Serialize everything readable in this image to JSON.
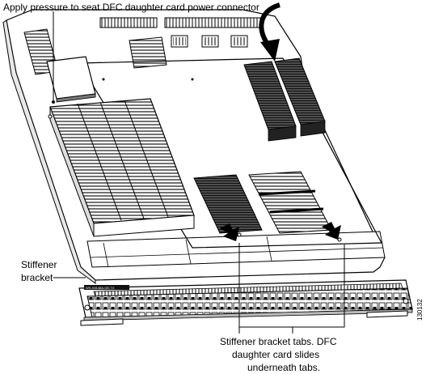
{
  "callouts": {
    "apply_pressure": "Apply pressure to seat DFC daughter card power connector",
    "stiffener_bracket_line1": "Stiffener",
    "stiffener_bracket_line2": "bracket",
    "tabs_line1": "Stiffener bracket tabs. DFC",
    "tabs_line2": "daughter card slides",
    "tabs_line3": "underneath tabs."
  },
  "figure_id": "130132",
  "faceplate_label": "WS-X6148A-GE-TX",
  "colors": {
    "line": "#000000",
    "board": "#ffffff",
    "shade": "#6a6a6a",
    "dark": "#1a1a1a"
  }
}
